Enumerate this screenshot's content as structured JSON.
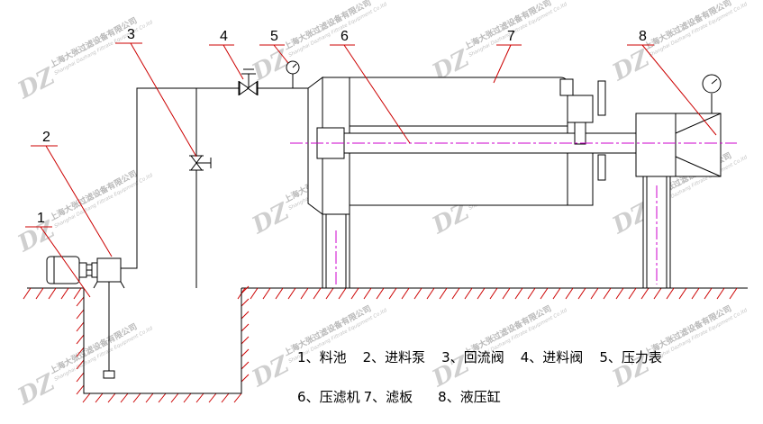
{
  "callouts": [
    "1",
    "2",
    "3",
    "4",
    "5",
    "6",
    "7",
    "8"
  ],
  "legend": {
    "row1": [
      {
        "num": "1",
        "label": "料池"
      },
      {
        "num": "2",
        "label": "进料泵"
      },
      {
        "num": "3",
        "label": "回流阀"
      },
      {
        "num": "4",
        "label": "进料阀"
      },
      {
        "num": "5",
        "label": "压力表"
      }
    ],
    "row2": [
      {
        "num": "6",
        "label": "压滤机"
      },
      {
        "num": "7",
        "label": "滤板"
      },
      {
        "num": "8",
        "label": "液压缸"
      }
    ]
  },
  "watermark": {
    "company_cn": "上海大张过滤设备有限公司",
    "company_en": "Shanghai Dazhang Filtrate Equipment Co.ltd",
    "logo": "DZ"
  },
  "colors": {
    "line": "#000000",
    "leader": "#cc0000",
    "centerline": "#cc00cc",
    "hatch": "#cc0000",
    "watermark": "#c0c0c0"
  }
}
